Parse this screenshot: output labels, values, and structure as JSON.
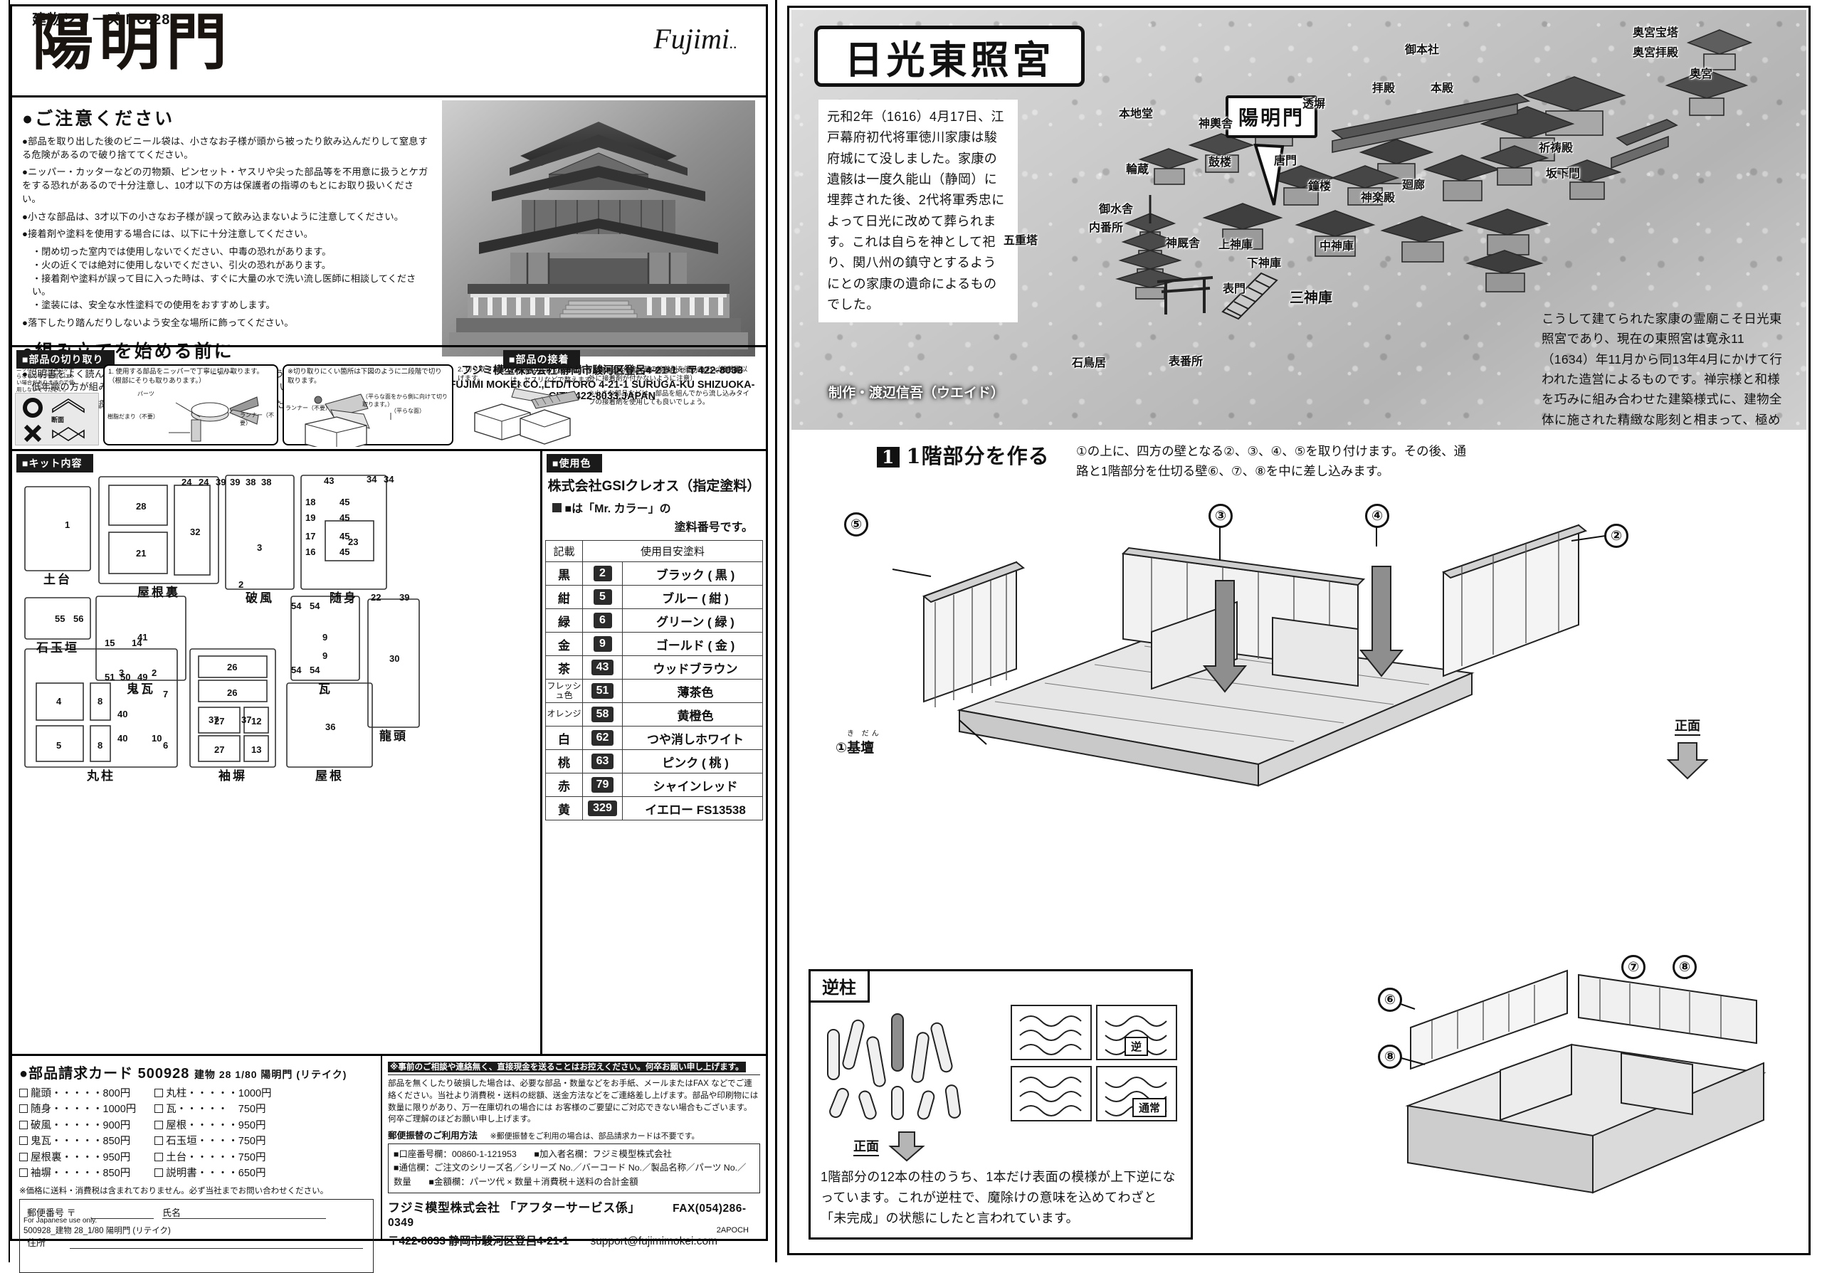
{
  "left": {
    "series_no": "建物シリーズ NO.28",
    "title": "陽明門",
    "brand": "Fujimi",
    "caution": {
      "heading": "●ご注意ください",
      "items": [
        "●部品を取り出した後のビニール袋は、小さなお子様が頭から被ったり飲み込んだりして窒息する危険があるので破り捨ててください。",
        "●ニッパー・カッターなどの刃物類、ピンセット・ヤスリや尖った部品等を不用意に扱うとケガをする恐れがあるので十分注意し、10才以下の方は保護者の指導のもとにお取り扱いください。",
        "●小さな部品は、3才以下の小さなお子様が誤って飲み込まないように注意してください。",
        "●接着剤や塗料を使用する場合には、以下に十分注意してください。"
      ],
      "subitems": [
        "・閉め切った室内では使用しないでください、中毒の恐れがあります。",
        "・火の近くでは絶対に使用しないでください、引火の恐れがあります。",
        "・接着剤や塗料が誤って目に入った時は、すぐに大量の水で洗い流し医師に相談してください。",
        "・塗装には、安全な水性塗料での使用をおすすめします。"
      ],
      "last": "●落下したり踏んだりしないよう安全な場所に飾ってください。"
    },
    "before_assembly": {
      "heading": "●組み立てを始める前に",
      "items": [
        "●説明書をよく読んで全体の流れを見てから組み立てましょう。",
        "　低年齢の方が組み立てるときは保護者の方もお読みください。",
        "●説明書の番号の部品をていねいに取り外します。取り外した後のクズは捨ててください。"
      ]
    },
    "company": {
      "jp": "フジミ模型株式会社/静岡市駿河区登呂4-21-1　〒422-8033",
      "en": "FUJIMI MOKEI CO.,LTD/TORO 4-21-1 SURUGA-KU SHIZUOKA-CITY 422-8033,JAPAN"
    },
    "cut_section": {
      "title": "■部品の切り取り",
      "glue_title": "■部品の接着",
      "note_left": "ニッパー、刃の薄さが平らなもの等が使用しにくい場合がありますので使用しないでください。",
      "sec_label": "断面",
      "step1": "1. 使用する部品をニッパーで丁寧に切り取ります。（根部にそりも取りあります。）",
      "step1b": "（平らな面をから側に向けて切り取ります。）",
      "lbl_parts": "パーツ",
      "lbl_resin": "樹脂だまり（不要）",
      "lbl_nipper": "ニッパー",
      "lbl_runner": "ランナー（不要）",
      "step2": "※切り取りにくい箇所は下図のように二段階で切り取ります。",
      "lbl_runner2": "ランナー（不要）",
      "lbl_flat": "（平らな面）",
      "step3": "2. 切り取った部分をヤスリでけいに仕上げます。",
      "lbl_yasuri": "ヤスリ",
      "glue1": "1. 仮組みをして合わせ具合と接着面を確認します。合わせ目がきつくない時は、ヤスリなどで整えます。",
      "glue2": "2. 合わせ部分に少量の接着剤を塗ります。（接着面以外に接着剤が付かないように注意）",
      "glue3": "※小さな部品などは、部品を組んでから流し込みタイプの接着剤を使用しても良いでしょう。"
    },
    "kit_contents_title": "■キット内容",
    "sprue_names": [
      "土台",
      "屋根裏",
      "破風",
      "随身",
      "石玉垣",
      "鬼瓦",
      "瓦",
      "龍頭",
      "丸柱",
      "袖塀",
      "屋根"
    ],
    "paint": {
      "title": "■使用色",
      "maker": "株式会社GSIクレオス（指定塗料）",
      "legend1": "■は「Mr. カラー」の",
      "legend2": "塗料番号です。",
      "col1": "記載",
      "col2": "使用目安塗料",
      "rows": [
        {
          "kanji": "黒",
          "num": "2",
          "name": "ブラック ( 黒 )"
        },
        {
          "kanji": "紺",
          "num": "5",
          "name": "ブルー ( 紺 )"
        },
        {
          "kanji": "緑",
          "num": "6",
          "name": "グリーン ( 緑 )"
        },
        {
          "kanji": "金",
          "num": "9",
          "name": "ゴールド ( 金 )"
        },
        {
          "kanji": "茶",
          "num": "43",
          "name": "ウッドブラウン"
        },
        {
          "kanji": "フレッシュ色",
          "num": "51",
          "name": "薄茶色"
        },
        {
          "kanji": "オレンジ",
          "num": "58",
          "name": "黄橙色"
        },
        {
          "kanji": "白",
          "num": "62",
          "name": "つや消しホワイト"
        },
        {
          "kanji": "桃",
          "num": "63",
          "name": "ピンク ( 桃 )"
        },
        {
          "kanji": "赤",
          "num": "79",
          "name": "シャインレッド"
        },
        {
          "kanji": "黄",
          "num": "329",
          "name": "イエロー FS13538"
        }
      ]
    },
    "order": {
      "title": "●部品請求カード  500928",
      "title_sub": "建物 28 1/80 陽明門 (リテイク)",
      "parts_left": [
        {
          "label": "龍頭・・・・・",
          "price": "800円"
        },
        {
          "label": "随身・・・・・",
          "price": "1000円"
        },
        {
          "label": "破風・・・・・",
          "price": "900円"
        },
        {
          "label": "鬼瓦・・・・・",
          "price": "850円"
        },
        {
          "label": "屋根裏・・・・",
          "price": "950円"
        },
        {
          "label": "袖塀・・・・・",
          "price": "850円"
        }
      ],
      "parts_right": [
        {
          "label": "丸柱・・・・・",
          "price": "1000円"
        },
        {
          "label": "瓦・・・・・　",
          "price": "750円"
        },
        {
          "label": "屋根・・・・・",
          "price": "950円"
        },
        {
          "label": "石玉垣・・・・",
          "price": "750円"
        },
        {
          "label": "土台・・・・・",
          "price": "750円"
        },
        {
          "label": "説明書・・・・",
          "price": "650円"
        }
      ],
      "tax_note": "※価格に送料・消費税は含まれておりません。必ず当社までお問い合わせください。",
      "form": {
        "postal": "郵便番号 〒",
        "name": "氏名",
        "address": "住所"
      },
      "for_japanese": "For Japanese use only.",
      "pre_note": "※事前のご相談や連絡無く、直接現金を送ることはお控えください。何卒お願い申し上げます。",
      "body1": "部品を無くしたり破損した場合は、必要な部品・数量などをお手紙、メールまたはFAX などでご連絡ください。当社より消費税・送料の総額、送金方法などをご連絡差し上げます。部品や印刷物には数量に限りがあり、万一在庫切れの場合には お客様のご要望にご対応できない場合もございます。何卒ご理解のほどお願い申し上げます。",
      "remit_title": "郵便振替のご利用方法",
      "remit_note": "※郵便振替をご利用の場合は、部品請求カードは不要です。",
      "remit_lines": [
        "■口座番号欄：00860-1-121953　　■加入者名欄：フジミ模型株式会社",
        "■通信欄：ご注文のシリーズ名／シリーズ No.／バーコード No.／製品名称／パーツ No.／数量　　■金額欄：パーツ代 × 数量＋消費税＋送料の合計金額"
      ],
      "after_service": "フジミ模型株式会社 「アフターサービス係」",
      "fax": "FAX(054)286-0349",
      "address_line": "〒422-8033 静岡市駿河区登呂4-21-1",
      "email": "support@fujimimokei.com",
      "footer_code": "500928_建物 28_1/80 陽明門 (リテイク)",
      "page_code": "2APOCH"
    }
  },
  "right": {
    "history": {
      "title": "日光東照宮",
      "text": "元和2年（1616）4月17日、江戸幕府初代将軍徳川家康は駿府城にて没しました。家康の遺骸は一度久能山（静岡）に埋葬された後、2代将軍秀忠によって日光に改めて葬られます。これは自らを神として祀り、関八州の鎮守とするようにとの家康の遺命によるものでした。",
      "text2": "こうして建てられた家康の霊廟こそ日光東照宮であり、現在の東照宮は寛永11（1634）年11月から同13年4月にかけて行われた造営によるものです。禅宗様と和様を巧みに組み合わせた建築様式に、建物全体に施された精緻な彫刻と相まって、極めて華麗、荘厳な雰囲気を纏っています。",
      "credit": "制作・渡辺信吾（ウエイド）",
      "callout": "陽明門",
      "labels": [
        "奥宮宝塔",
        "奥宮拝殿",
        "奥宮",
        "御本社",
        "拝殿",
        "本殿",
        "透塀",
        "神輿舎",
        "本地堂",
        "鼓楼",
        "唐門",
        "祈祷殿",
        "坂下門",
        "輪蔵",
        "鐘楼",
        "廻廊",
        "神楽殿",
        "御水舎",
        "内番所",
        "神厩舎",
        "下神庫",
        "中神庫",
        "上神庫",
        "表門",
        "三神庫",
        "五重塔",
        "石鳥居",
        "表番所"
      ]
    },
    "step1": {
      "num": "1",
      "title": "1階部分を作る",
      "desc": "①の上に、四方の壁となる②、③、④、⑤を取り付けます。その後、通路と1階部分を仕切る壁⑥、⑦、⑧を中に差し込みます。",
      "markers": [
        "①",
        "②",
        "③",
        "④",
        "⑤",
        "⑥",
        "⑦",
        "⑧"
      ],
      "base_label": "①基壇",
      "base_ruby": "き だん",
      "front_label": "正面"
    },
    "gyaku": {
      "title": "逆柱",
      "front": "正面",
      "label_gyaku": "逆",
      "label_normal": "通常",
      "text": "1階部分の12本の柱のうち、1本だけ表面の模様が上下逆になっています。これが逆柱で、魔除けの意味を込めてわざと「未完成」の状態にしたと言われています。"
    }
  }
}
